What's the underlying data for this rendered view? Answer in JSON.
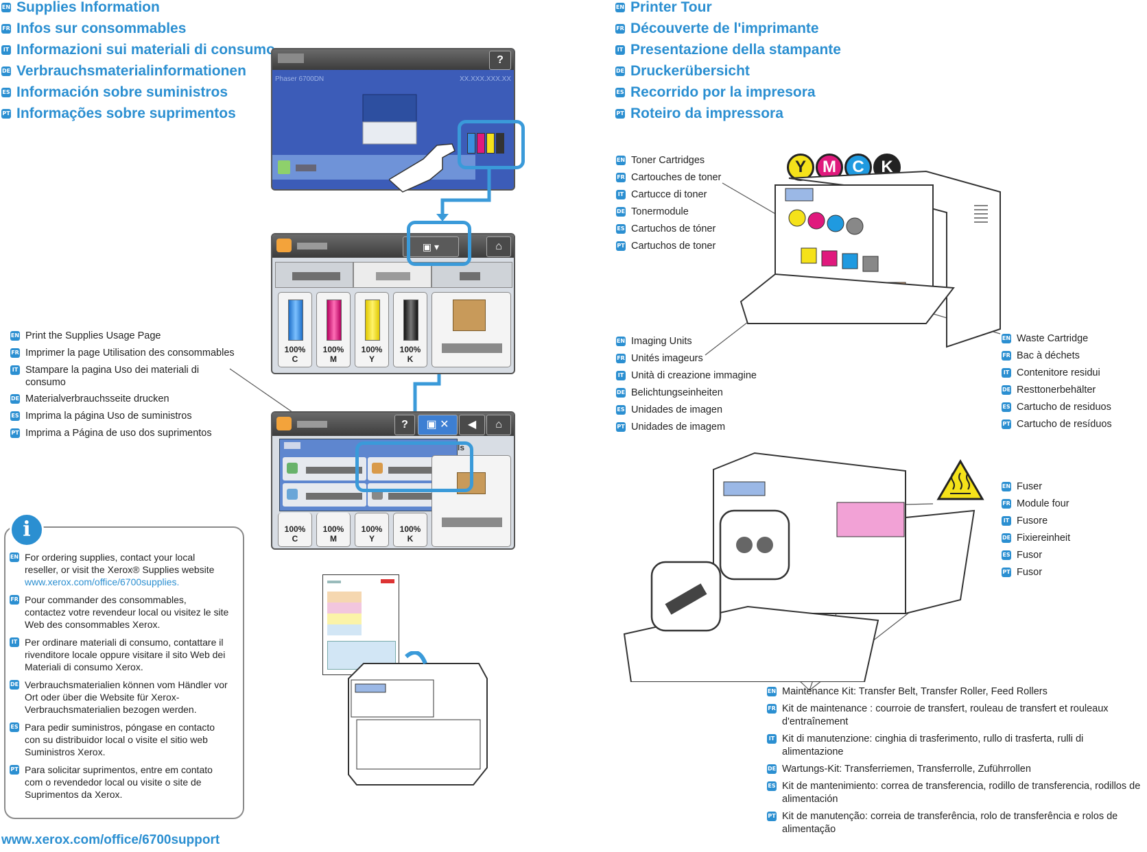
{
  "left": {
    "headings": [
      {
        "lang": "EN",
        "text": "Supplies Information"
      },
      {
        "lang": "FR",
        "text": "Infos sur consommables"
      },
      {
        "lang": "IT",
        "text": "Informazioni sui materiali di consumo"
      },
      {
        "lang": "DE",
        "text": "Verbrauchsmaterialinformationen"
      },
      {
        "lang": "ES",
        "text": "Información sobre suministros"
      },
      {
        "lang": "PT",
        "text": "Informações sobre suprimentos"
      }
    ],
    "print_usage": [
      {
        "lang": "EN",
        "text": "Print the Supplies Usage Page"
      },
      {
        "lang": "FR",
        "text": "Imprimer la page Utilisation des consommables"
      },
      {
        "lang": "IT",
        "text": "Stampare la pagina Uso dei materiali di consumo"
      },
      {
        "lang": "DE",
        "text": "Materialverbrauchsseite drucken"
      },
      {
        "lang": "ES",
        "text": "Imprima la página Uso de suministros"
      },
      {
        "lang": "PT",
        "text": "Imprima a Página de uso dos suprimentos"
      }
    ],
    "info": [
      {
        "lang": "EN",
        "text": "For ordering supplies, contact your local reseller, or visit the Xerox® Supplies website",
        "link": "www.xerox.com/office/6700supplies."
      },
      {
        "lang": "FR",
        "text": "Pour commander des consommables, contactez votre revendeur local ou visitez le site Web des consommables Xerox."
      },
      {
        "lang": "IT",
        "text": "Per ordinare materiali di consumo, contattare il rivenditore locale oppure visitare il sito Web dei Materiali di consumo Xerox."
      },
      {
        "lang": "DE",
        "text": "Verbrauchsmaterialien können vom Händler vor Ort oder über die Website für Xerox-Verbrauchsmaterialien bezogen werden."
      },
      {
        "lang": "ES",
        "text": "Para pedir suministros, póngase en contacto con su distribuidor local o visite el sitio web Suministros Xerox."
      },
      {
        "lang": "PT",
        "text": "Para solicitar suprimentos, entre em contato com o revendedor local ou visite o site de Suprimentos da Xerox."
      }
    ],
    "footer_url": "www.xerox.com/office/6700support"
  },
  "screen1": {
    "model": "Phaser 6700DN",
    "ip": "XX.XXX.XXX.XX",
    "help": "?"
  },
  "screen2": {
    "cards": [
      {
        "pct": "100%",
        "letter": "C",
        "color": "#3a8fe0"
      },
      {
        "pct": "100%",
        "letter": "M",
        "color": "#e0197d"
      },
      {
        "pct": "100%",
        "letter": "Y",
        "color": "#f5e21a"
      },
      {
        "pct": "100%",
        "letter": "K",
        "color": "#333333"
      }
    ]
  },
  "screen3": {
    "help": "?",
    "tools_fragment": "ls"
  },
  "right": {
    "headings": [
      {
        "lang": "EN",
        "text": "Printer Tour"
      },
      {
        "lang": "FR",
        "text": "Découverte de l'imprimante"
      },
      {
        "lang": "IT",
        "text": "Presentazione della stampante"
      },
      {
        "lang": "DE",
        "text": "Druckerübersicht"
      },
      {
        "lang": "ES",
        "text": "Recorrido por la impresora"
      },
      {
        "lang": "PT",
        "text": "Roteiro da impressora"
      }
    ],
    "toner": [
      {
        "lang": "EN",
        "text": "Toner Cartridges"
      },
      {
        "lang": "FR",
        "text": "Cartouches de toner"
      },
      {
        "lang": "IT",
        "text": "Cartucce di toner"
      },
      {
        "lang": "DE",
        "text": "Tonermodule"
      },
      {
        "lang": "ES",
        "text": "Cartuchos de tóner"
      },
      {
        "lang": "PT",
        "text": "Cartuchos de toner"
      }
    ],
    "imaging": [
      {
        "lang": "EN",
        "text": "Imaging Units"
      },
      {
        "lang": "FR",
        "text": "Unités imageurs"
      },
      {
        "lang": "IT",
        "text": "Unità di creazione immagine"
      },
      {
        "lang": "DE",
        "text": "Belichtungseinheiten"
      },
      {
        "lang": "ES",
        "text": "Unidades de imagen"
      },
      {
        "lang": "PT",
        "text": "Unidades de imagem"
      }
    ],
    "waste": [
      {
        "lang": "EN",
        "text": "Waste Cartridge"
      },
      {
        "lang": "FR",
        "text": "Bac à déchets"
      },
      {
        "lang": "IT",
        "text": "Contenitore residui"
      },
      {
        "lang": "DE",
        "text": "Resttonerbehälter"
      },
      {
        "lang": "ES",
        "text": "Cartucho de residuos"
      },
      {
        "lang": "PT",
        "text": "Cartucho de resíduos"
      }
    ],
    "fuser": [
      {
        "lang": "EN",
        "text": "Fuser"
      },
      {
        "lang": "FR",
        "text": "Module four"
      },
      {
        "lang": "IT",
        "text": "Fusore"
      },
      {
        "lang": "DE",
        "text": "Fixiereinheit"
      },
      {
        "lang": "ES",
        "text": "Fusor"
      },
      {
        "lang": "PT",
        "text": "Fusor"
      }
    ],
    "maintenance": [
      {
        "lang": "EN",
        "text": "Maintenance Kit: Transfer Belt, Transfer Roller, Feed Rollers"
      },
      {
        "lang": "FR",
        "text": "Kit de maintenance : courroie de transfert, rouleau de transfert et rouleaux d'entraînement"
      },
      {
        "lang": "IT",
        "text": "Kit di manutenzione: cinghia di trasferimento, rullo di trasferta, rulli di alimentazione"
      },
      {
        "lang": "DE",
        "text": "Wartungs-Kit: Transferriemen, Transferrolle, Zuführrollen"
      },
      {
        "lang": "ES",
        "text": "Kit de mantenimiento: correa de transferencia, rodillo de transferencia, rodillos de alimentación"
      },
      {
        "lang": "PT",
        "text": "Kit de manutenção: correia de transferência, rolo de transferência e rolos de alimentação"
      }
    ],
    "toner_letters": [
      {
        "letter": "Y",
        "color": "#f5e21a",
        "fg": "#222"
      },
      {
        "letter": "M",
        "color": "#e0197d",
        "fg": "#fff"
      },
      {
        "letter": "C",
        "color": "#1f9ae0",
        "fg": "#fff"
      },
      {
        "letter": "K",
        "color": "#222222",
        "fg": "#fff"
      }
    ]
  }
}
